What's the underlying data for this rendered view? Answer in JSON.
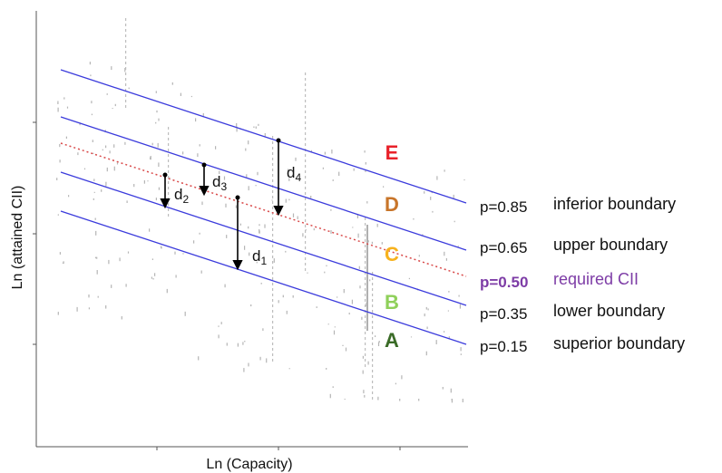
{
  "chart_data": {
    "type": "line",
    "title": "",
    "xlabel": "Ln (Capacity)",
    "ylabel": "Ln (attained CII)",
    "grid": false,
    "series": [
      {
        "p_label": "p=0.85",
        "boundary": "inferior boundary",
        "color": "#3b3bdc",
        "style": "solid"
      },
      {
        "p_label": "p=0.65",
        "boundary": "upper boundary",
        "color": "#3b3bdc",
        "style": "solid"
      },
      {
        "p_label": "p=0.50",
        "boundary": "required CII",
        "color": "#d94a4a",
        "style": "dotted",
        "label_color": "#7d3ca6",
        "label_bold": true
      },
      {
        "p_label": "p=0.35",
        "boundary": "lower boundary",
        "color": "#3b3bdc",
        "style": "solid"
      },
      {
        "p_label": "p=0.15",
        "boundary": "superior boundary",
        "color": "#3b3bdc",
        "style": "solid"
      }
    ],
    "grades": [
      {
        "letter": "E",
        "color": "#e8212a"
      },
      {
        "letter": "D",
        "color": "#c8752a"
      },
      {
        "letter": "C",
        "color": "#f7b21d"
      },
      {
        "letter": "B",
        "color": "#8fd05a"
      },
      {
        "letter": "A",
        "color": "#3a6b27"
      }
    ],
    "distances": [
      {
        "name": "d",
        "sub": "1"
      },
      {
        "name": "d",
        "sub": "2"
      },
      {
        "name": "d",
        "sub": "3"
      },
      {
        "name": "d",
        "sub": "4"
      }
    ]
  }
}
